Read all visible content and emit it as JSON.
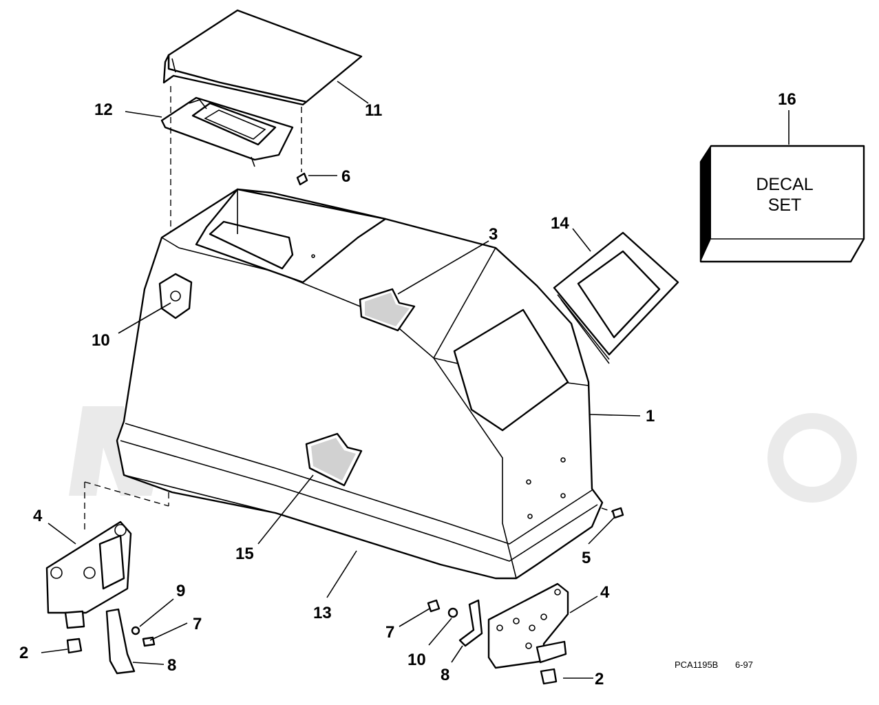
{
  "diagram": {
    "decal_box": {
      "line1": "DECAL",
      "line2": "SET"
    },
    "code": {
      "part_code": "PCA1195B",
      "date_code": "6-97"
    },
    "callouts": {
      "c1": "1",
      "c2a": "2",
      "c2b": "2",
      "c3": "3",
      "c4a": "4",
      "c4b": "4",
      "c5": "5",
      "c6": "6",
      "c7a": "7",
      "c7b": "7",
      "c8a": "8",
      "c8b": "8",
      "c9": "9",
      "c10a": "10",
      "c10b": "10",
      "c11": "11",
      "c12": "12",
      "c13": "13",
      "c14": "14",
      "c15": "15",
      "c16": "16"
    }
  }
}
